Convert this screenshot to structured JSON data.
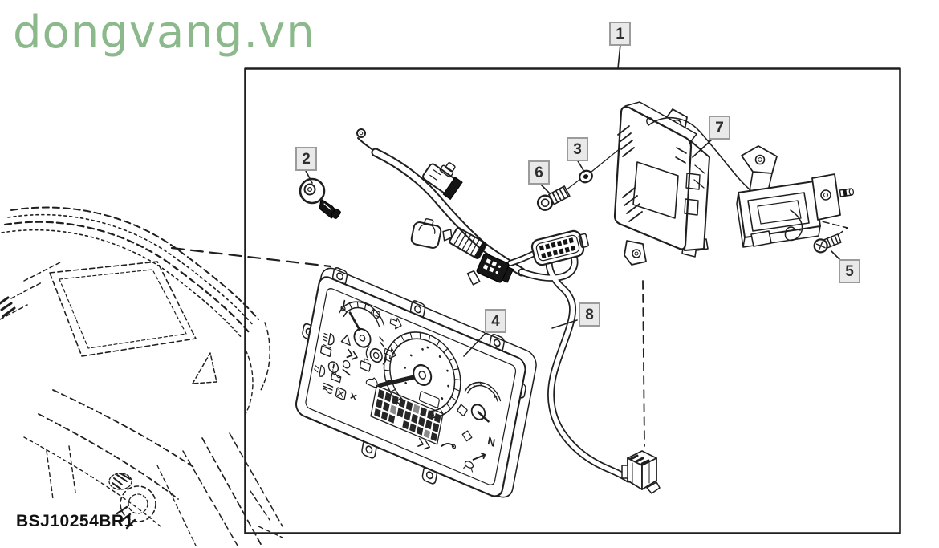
{
  "watermark": {
    "text": "dongvang.vn",
    "color": "#8cb98c"
  },
  "figure": {
    "part_code": "BSJ10254BR1",
    "indicator_letter": "N",
    "description": "Instrument cluster, harness and control unit exploded diagram"
  },
  "colors": {
    "ink": "#1f1f1f",
    "paper": "#ffffff",
    "callout_bg": "#e9e9e9",
    "callout_border": "#9b9b9b",
    "watermark_green": "#8cb98c"
  },
  "callouts": [
    {
      "number": "1"
    },
    {
      "number": "2"
    },
    {
      "number": "3"
    },
    {
      "number": "4"
    },
    {
      "number": "5"
    },
    {
      "number": "6"
    },
    {
      "number": "7"
    },
    {
      "number": "8"
    }
  ]
}
